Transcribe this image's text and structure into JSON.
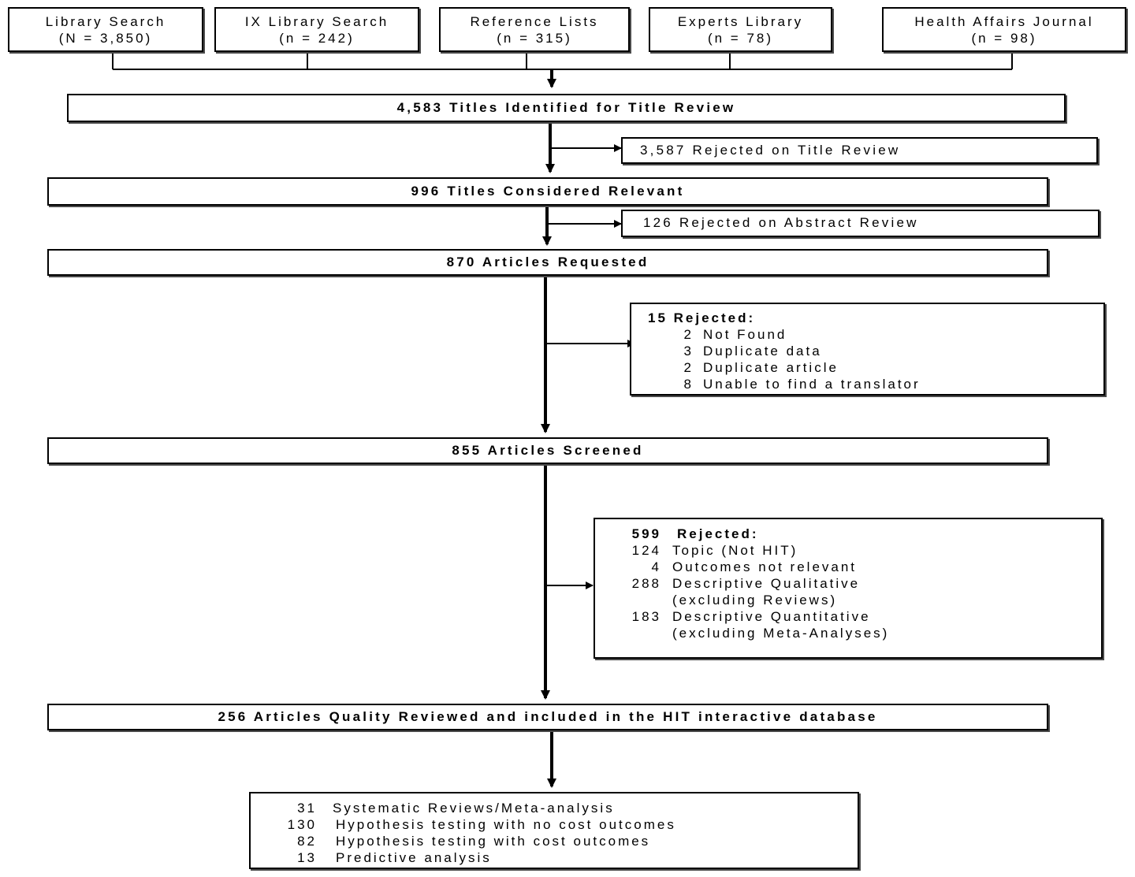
{
  "sources": [
    {
      "name": "Library Search",
      "count": "(N = 3,850)"
    },
    {
      "name": "IX Library Search",
      "count": "(n = 242)"
    },
    {
      "name": "Reference Lists",
      "count": "(n = 315)"
    },
    {
      "name": "Experts Library",
      "count": "(n = 78)"
    },
    {
      "name": "Health Affairs Journal",
      "count": "(n = 98)"
    }
  ],
  "steps": {
    "identified": "4,583 Titles Identified for Title Review",
    "relevant": "996 Titles Considered Relevant",
    "requested": "870 Articles Requested",
    "screened": "855 Articles Screened",
    "included": "256 Articles Quality Reviewed and included in the HIT interactive database"
  },
  "rejections": {
    "title_review": "3,587  Rejected on Title Review",
    "abstract_review": "126  Rejected on Abstract Review",
    "requested_rejected": {
      "heading": "15 Rejected:",
      "items": [
        {
          "count": "2",
          "reason": "Not Found"
        },
        {
          "count": "3",
          "reason": "Duplicate data"
        },
        {
          "count": "2",
          "reason": "Duplicate article"
        },
        {
          "count": "8",
          "reason": "Unable to find a translator"
        }
      ]
    },
    "screened_rejected": {
      "heading_count": "599",
      "heading_label": "Rejected:",
      "items": [
        {
          "count": "124",
          "reason": "Topic (Not HIT)",
          "detail": ""
        },
        {
          "count": "4",
          "reason": "Outcomes not relevant",
          "detail": ""
        },
        {
          "count": "288",
          "reason": "Descriptive Qualitative",
          "detail": "(excluding Reviews)"
        },
        {
          "count": "183",
          "reason": "Descriptive Quantitative",
          "detail": "(excluding Meta-Analyses)"
        }
      ]
    }
  },
  "final_categories": [
    {
      "count": "31",
      "label": "Systematic Reviews/Meta-analysis"
    },
    {
      "count": "130",
      "label": "Hypothesis testing with no cost outcomes"
    },
    {
      "count": "82",
      "label": "Hypothesis testing with cost outcomes"
    },
    {
      "count": "13",
      "label": "Predictive analysis"
    }
  ]
}
